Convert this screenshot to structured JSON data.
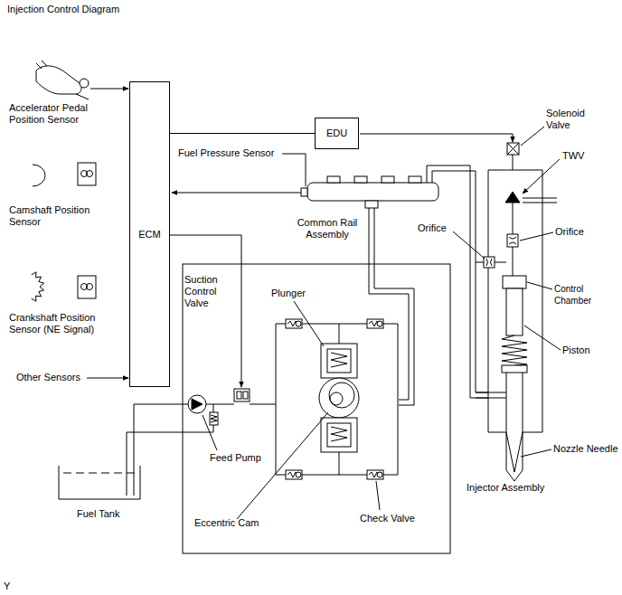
{
  "diagram": {
    "title": "Injection Control Diagram",
    "nodes": [
      {
        "text": [
          "ECM"
        ]
      },
      {
        "text": [
          "EDU"
        ]
      }
    ],
    "edges": [
      {
        "from": 0,
        "to": 1,
        "arrow": "none"
      }
    ],
    "labels": [
      "Accelerator Pedal Position Sensor",
      "Camshaft Position Sensor",
      "Crankshaft Position Sensor (NE Signal)",
      "Other Sensors",
      "Fuel Pressure Sensor",
      "Common Rail Assembly",
      "Suction Control Valve",
      "Plunger",
      "Feed Pump",
      "Fuel Tank",
      "Eccentric Cam",
      "Check Valve",
      "Solenoid Valve",
      "TWV",
      "Orifice",
      "Orifice",
      "Control Chamber",
      "Piston",
      "Nozzle Needle",
      "Injector Assembly",
      "Y"
    ]
  }
}
